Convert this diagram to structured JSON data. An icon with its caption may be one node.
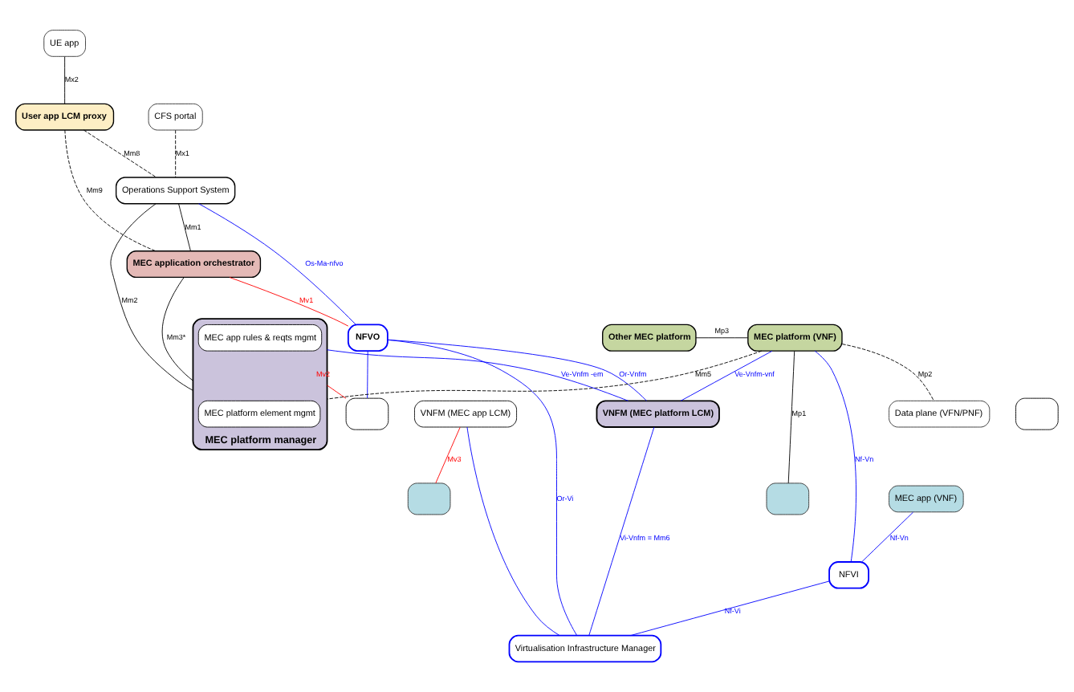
{
  "diagram": {
    "nodes": [
      {
        "text": [
          "CFS portal"
        ]
      },
      {
        "text": [
          "UE app"
        ]
      },
      {
        "text": [
          "Operations Support System"
        ]
      },
      {
        "text": [
          "User app LCM proxy"
        ]
      },
      {
        "text": [
          "MEC application orchestrator"
        ]
      },
      {
        "text": [
          "NFVO"
        ]
      },
      {
        "text": [
          "Other MEC platform"
        ]
      },
      {
        "text": [
          "MEC platform (VNF)"
        ]
      },
      {
        "text": [],
        "shape": "box"
      },
      {
        "text": [],
        "shape": "box"
      },
      {
        "text": [
          "MEC app (VNF)"
        ]
      },
      {
        "text": [
          "MEC platform manager"
        ]
      },
      {
        "text": [
          "MEC platform element mgmt"
        ],
        "in": 11
      },
      {
        "text": [
          "MEC app rules & reqts mgmt"
        ],
        "in": 11
      },
      {
        "text": [
          "VNFM (MEC platform LCM)"
        ]
      },
      {
        "text": [],
        "shape": "box"
      },
      {
        "text": [],
        "shape": "box"
      },
      {
        "text": [
          "VNFM (MEC app LCM)"
        ]
      },
      {
        "text": [
          "Data plane (VFN/PNF)"
        ]
      },
      {
        "text": [
          "NFVI"
        ]
      },
      {
        "text": [
          "Virtualisation Infrastructure Manager"
        ]
      }
    ],
    "edges": [
      {
        "from": 0,
        "to": 2,
        "arrow": "none",
        "label": "Mx1",
        "style": "dashed"
      },
      {
        "from": 1,
        "to": 3,
        "arrow": "none",
        "label": "Mx2"
      },
      {
        "from": 3,
        "to": 2,
        "arrow": "none",
        "label": "Mm8",
        "style": "dashed"
      },
      {
        "from": 3,
        "to": 4,
        "arrow": "none",
        "label": "Mm9",
        "style": "dashed"
      },
      {
        "from": 2,
        "to": 4,
        "arrow": "none",
        "label": "Mm1"
      },
      {
        "from": 2,
        "to": 11,
        "arrow": "none",
        "label": "Mm2"
      },
      {
        "from": 2,
        "to": 5,
        "arrow": "none",
        "label": "Os-Ma-nfvo",
        "color": "#0000ff"
      },
      {
        "from": 4,
        "to": 5,
        "arrow": "none",
        "label": "Mv1",
        "color": "#ff0000"
      },
      {
        "from": 4,
        "to": 11,
        "arrow": "none",
        "label": "Mm3*"
      },
      {
        "from": 5,
        "to": 14,
        "arrow": "none",
        "label": "Or-Vnfm",
        "color": "#0000ff"
      },
      {
        "from": 5,
        "to": 15,
        "arrow": "none",
        "color": "#0000ff"
      },
      {
        "from": 5,
        "to": 20,
        "arrow": "none",
        "label": "Or-Vi",
        "color": "#0000ff"
      },
      {
        "from": 11,
        "to": 15,
        "arrow": "none",
        "label": "Mv2",
        "color": "#ff0000"
      },
      {
        "from": 6,
        "to": 7,
        "arrow": "none",
        "label": "Mp3"
      },
      {
        "from": 7,
        "to": 8,
        "arrow": "none",
        "label": "Mp1"
      },
      {
        "from": 7,
        "to": 11,
        "arrow": "none",
        "label": "Mm5",
        "style": "dashed"
      },
      {
        "from": 11,
        "to": 14,
        "arrow": "none",
        "label": "Ve-Vnfm -em",
        "color": "#0000ff"
      },
      {
        "from": 7,
        "to": 14,
        "arrow": "none",
        "label": "Ve-Vnfm-vnf",
        "color": "#0000ff"
      },
      {
        "from": 7,
        "to": 18,
        "arrow": "none",
        "label": "Mp2",
        "style": "dashed"
      },
      {
        "from": 10,
        "to": 19,
        "arrow": "none",
        "label": "Nf-Vn",
        "color": "#0000ff"
      },
      {
        "from": 7,
        "to": 19,
        "arrow": "none",
        "label": "Nf-Vn",
        "color": "#0000ff"
      },
      {
        "from": 14,
        "to": 20,
        "arrow": "none",
        "label": "Vi-Vnfm = Mm6",
        "color": "#0000ff"
      },
      {
        "from": 17,
        "to": 20,
        "arrow": "none",
        "color": "#0000ff"
      },
      {
        "from": 19,
        "to": 20,
        "arrow": "none",
        "label": "Nf-Vi",
        "color": "#0000ff"
      },
      {
        "from": 17,
        "to": 9,
        "arrow": "none",
        "label": "Mv3",
        "color": "#ff0000"
      }
    ]
  }
}
